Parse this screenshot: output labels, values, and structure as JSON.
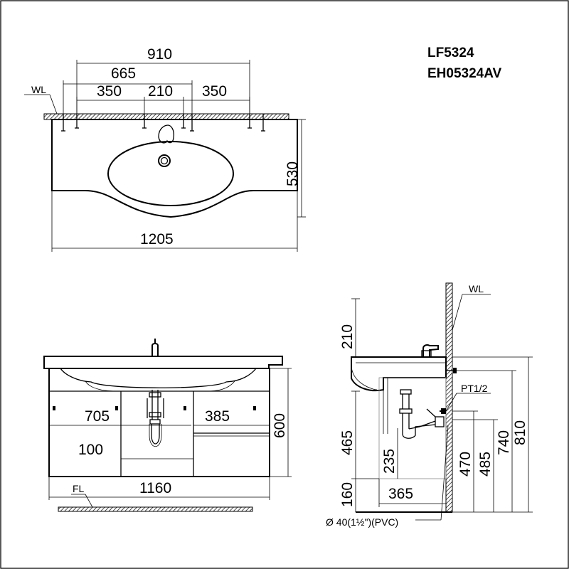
{
  "models": {
    "line1": "LF5324",
    "line2": "EH05324AV"
  },
  "labels": {
    "wall_line_top": "WL",
    "wall_line_side": "WL",
    "floor_line": "FL",
    "thread": "PT1/2",
    "pipe": "Ø  40(1½\")(PVC)"
  },
  "top_view": {
    "dim_910": "910",
    "dim_665": "665",
    "dim_350_left": "350",
    "dim_210": "210",
    "dim_350_right": "350",
    "dim_530": "530",
    "dim_1205": "1205"
  },
  "front_view": {
    "dim_705": "705",
    "dim_385": "385",
    "dim_100": "100",
    "dim_600": "600",
    "dim_1160": "1160"
  },
  "side_view": {
    "dim_210": "210",
    "dim_465": "465",
    "dim_235": "235",
    "dim_160": "160",
    "dim_365": "365",
    "dim_470": "470",
    "dim_485": "485",
    "dim_740": "740",
    "dim_810": "810"
  }
}
